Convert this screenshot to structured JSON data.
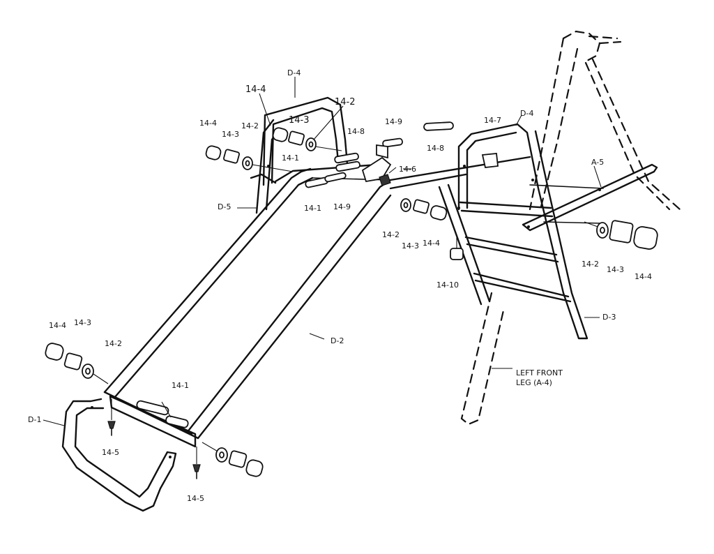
{
  "labels": {
    "d4_left": "D-4",
    "d4_right": "D-4",
    "d5": "D-5",
    "d2": "D-2",
    "d1": "D-1",
    "d3": "D-3",
    "a5": "A-5",
    "left_front_leg_line1": "LEFT FRONT",
    "left_front_leg_line2": "LEG (A-4)",
    "p14_4_a": "14-4",
    "p14_3_a": "14-3",
    "p14_2_a": "14-2",
    "p14_4_b": "14-4",
    "p14_3_b": "14-3",
    "p14_2_b": "14-2",
    "p14_1_a": "14-1",
    "p14_8_a": "14-8",
    "p14_9_a": "14-9",
    "p14_1_b": "14-1",
    "p14_9_b": "14-9",
    "p14_6": "14-6",
    "p14_8_b": "14-8",
    "p14_7": "14-7",
    "p14_2_c": "14-2",
    "p14_3_c": "14-3",
    "p14_4_c": "14-4",
    "p14_10": "14-10",
    "p14_2_d": "14-2",
    "p14_3_d": "14-3",
    "p14_4_d": "14-4",
    "p14_4_e": "14-4",
    "p14_3_e": "14-3",
    "p14_2_e": "14-2",
    "p14_1_c": "14-1",
    "p14_5_a": "14-5",
    "p14_5_b": "14-5"
  }
}
